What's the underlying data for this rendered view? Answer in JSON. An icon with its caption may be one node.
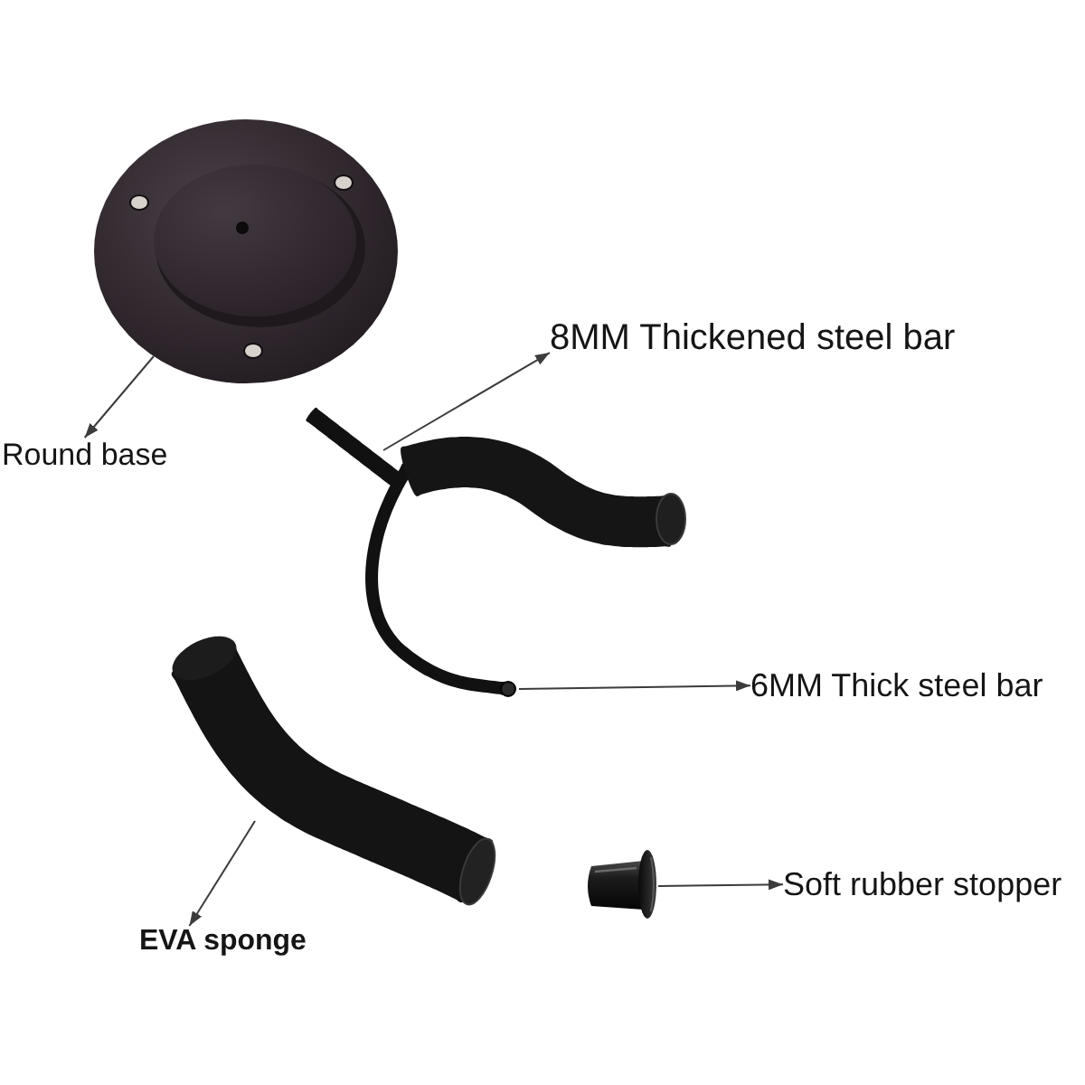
{
  "diagram": {
    "nodes": [
      {
        "text": [
          "Round base"
        ]
      },
      {
        "text": [],
        "shape": "picture"
      },
      {
        "text": [
          "8MM Thickened steel bar"
        ]
      },
      {
        "text": [],
        "shape": "picture"
      },
      {
        "text": [
          "6MM Thick steel bar"
        ]
      },
      {
        "text": [],
        "shape": "picture"
      },
      {
        "text": [],
        "shape": "picture"
      },
      {
        "text": [
          "EVA sponge"
        ]
      },
      {
        "text": [],
        "shape": "picture"
      },
      {
        "text": [
          "Soft rubber stopper"
        ]
      }
    ],
    "edges": [
      {
        "from": 1,
        "to": 0,
        "arrow": "to"
      },
      {
        "from": 3,
        "to": 2,
        "arrow": "to"
      },
      {
        "from": 5,
        "to": 4,
        "arrow": "to"
      },
      {
        "from": 6,
        "to": 7,
        "arrow": "to"
      },
      {
        "from": 8,
        "to": 9,
        "arrow": "to"
      }
    ]
  }
}
